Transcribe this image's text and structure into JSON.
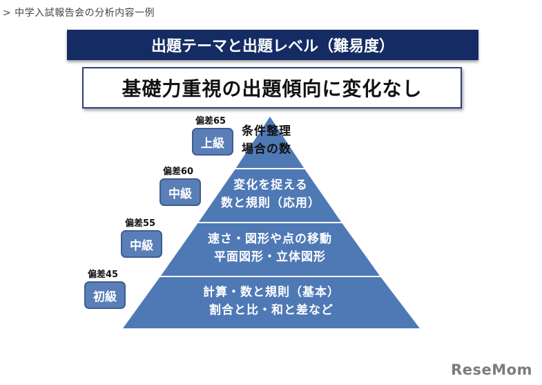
{
  "caption": "> 中学入試報告会の分析内容一例",
  "slide": {
    "title": "出題テーマと出題レベル（難易度）",
    "subtitle": "基礎力重視の出題傾向に変化なし"
  },
  "tiers": [
    {
      "deviation": "偏差65",
      "level": "上級",
      "topics": [
        "条件整理",
        "場合の数"
      ]
    },
    {
      "deviation": "偏差60",
      "level": "中級",
      "topics": [
        "変化を捉える",
        "数と規則（応用）"
      ]
    },
    {
      "deviation": "偏差55",
      "level": "中級",
      "topics": [
        "速さ・図形や点の移動",
        "平面図形・立体図形"
      ]
    },
    {
      "deviation": "偏差45",
      "level": "初級",
      "topics": [
        "計算・数と規則（基本）",
        "割合と比・和と差など"
      ]
    }
  ],
  "colors": {
    "header_bg": "#152b63",
    "pyramid_fill": "#4f79b5",
    "badge_fill": "#5a7fb6"
  },
  "watermark": "ReseMom"
}
